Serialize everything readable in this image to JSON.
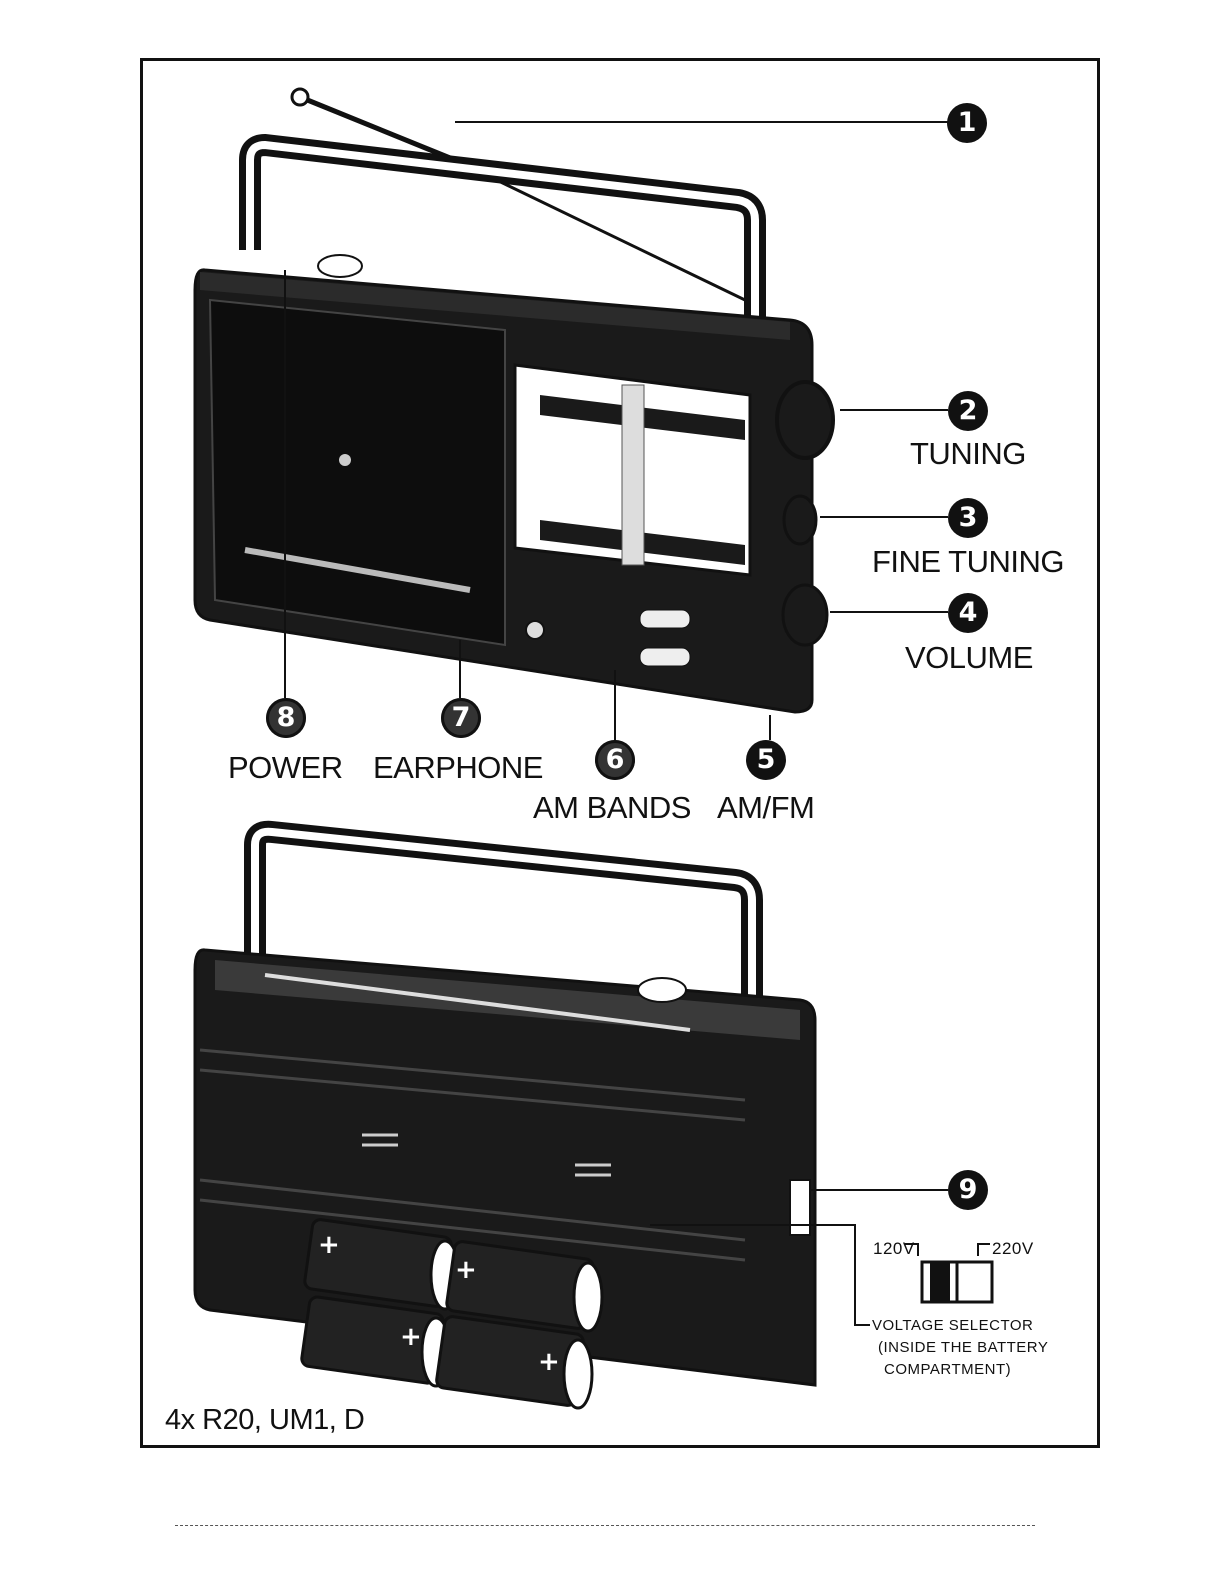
{
  "callouts": [
    {
      "number": "1",
      "label": ""
    },
    {
      "number": "2",
      "label": "TUNING"
    },
    {
      "number": "3",
      "label": "FINE TUNING"
    },
    {
      "number": "4",
      "label": "VOLUME"
    },
    {
      "number": "5",
      "label": "AM/FM"
    },
    {
      "number": "6",
      "label": "AM BANDS"
    },
    {
      "number": "7",
      "label": "EARPHONE"
    },
    {
      "number": "8",
      "label": "POWER"
    },
    {
      "number": "9",
      "label": ""
    }
  ],
  "voltage": {
    "left_label": "120V",
    "right_label": "220V",
    "caption_line1": "VOLTAGE SELECTOR",
    "caption_line2": "(INSIDE THE BATTERY",
    "caption_line3": "COMPARTMENT)"
  },
  "battery_note": "4x R20, UM1, D"
}
